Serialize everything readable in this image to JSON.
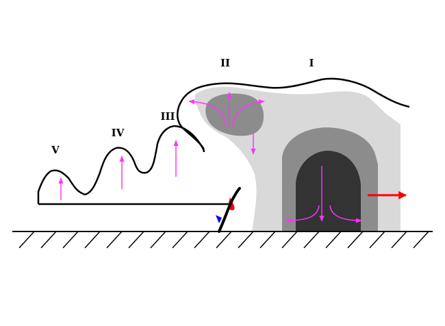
{
  "diagram": {
    "labels": {
      "stage_1": "I",
      "stage_2": "II",
      "stage_3": "III",
      "stage_4": "IV",
      "stage_5": "V"
    },
    "colors": {
      "outline": "#000000",
      "light_echo": "#d9d9d9",
      "medium_echo": "#8c8c8c",
      "dark_echo": "#333333",
      "airflow_arrows": "#ff33ff",
      "storm_motion_arrow": "#ff0000",
      "warm_front_marker": "#ff0000",
      "cold_front_marker": "#0000ff"
    },
    "icons": {
      "ground": "hatched-ground-line",
      "front": "frontal-boundary-symbol",
      "motion": "right-arrow"
    }
  }
}
